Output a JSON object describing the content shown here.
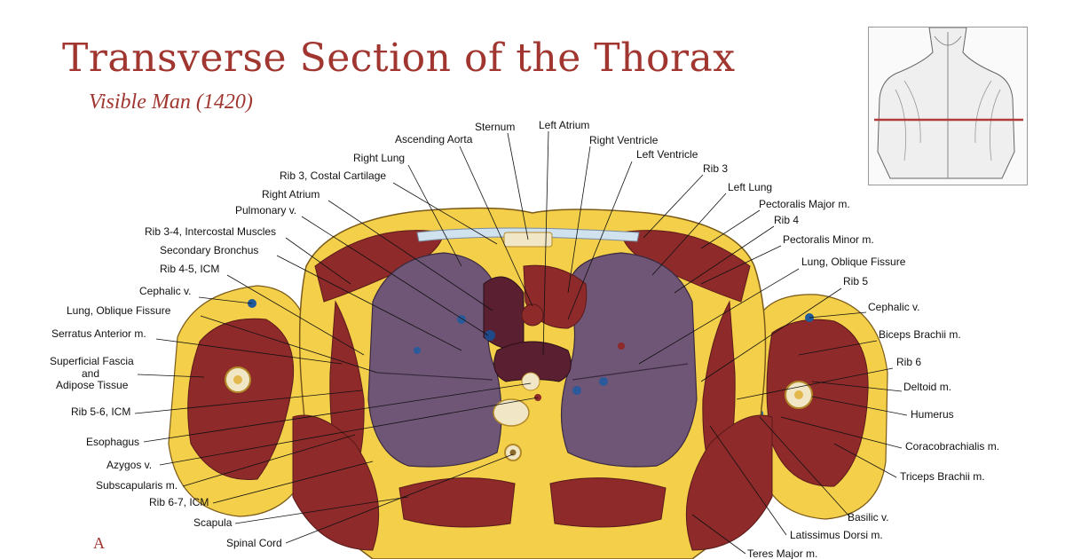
{
  "header": {
    "title": "Transverse Section of the Thorax",
    "subtitle": "Visible Man (1420)",
    "corner_letter": "A"
  },
  "labels": {
    "sternum": "Sternum",
    "left_atrium": "Left Atrium",
    "ascending_aorta": "Ascending Aorta",
    "right_ventricle": "Right Ventricle",
    "left_ventricle": "Left Ventricle",
    "right_lung": "Right Lung",
    "rib3": "Rib 3",
    "rib3_costal": "Rib 3, Costal Cartilage",
    "left_lung": "Left Lung",
    "right_atrium": "Right Atrium",
    "pectoralis_major": "Pectoralis Major m.",
    "pulmonary_v": "Pulmonary v.",
    "rib4": "Rib 4",
    "rib34_intercostal": "Rib 3-4, Intercostal Muscles",
    "pectoralis_minor": "Pectoralis Minor m.",
    "secondary_bronchus": "Secondary Bronchus",
    "lung_oblique_fissure_r": "Lung, Oblique Fissure",
    "rib45_icm": "Rib 4-5, ICM",
    "rib5": "Rib 5",
    "cephalic_v_l": "Cephalic v.",
    "cephalic_v_r": "Cephalic v.",
    "lung_oblique_fissure_l": "Lung, Oblique Fissure",
    "serratus_anterior": "Serratus Anterior m.",
    "biceps_brachii": "Biceps Brachii m.",
    "superficial_fascia_1": "Superficial Fascia",
    "superficial_fascia_2": "and",
    "superficial_fascia_3": "Adipose Tissue",
    "rib6": "Rib 6",
    "deltoid": "Deltoid m.",
    "rib56_icm": "Rib 5-6, ICM",
    "humerus": "Humerus",
    "esophagus": "Esophagus",
    "coracobrachialis": "Coracobrachialis m.",
    "azygos": "Azygos v.",
    "triceps_brachii": "Triceps Brachii m.",
    "subscapularis": "Subscapularis m.",
    "rib67_icm": "Rib 6-7, ICM",
    "basilic_v": "Basilic v.",
    "scapula": "Scapula",
    "latissimus_dorsi": "Latissimus Dorsi m.",
    "spinal_cord": "Spinal Cord",
    "teres_major": "Teres Major m."
  },
  "colors": {
    "title": "#a0362f",
    "fat": "#f4d04a",
    "muscle": "#8e2a2a",
    "lung": "#6f5576",
    "bone": "#f1e7c7",
    "cartilage": "#cfe2ee"
  }
}
